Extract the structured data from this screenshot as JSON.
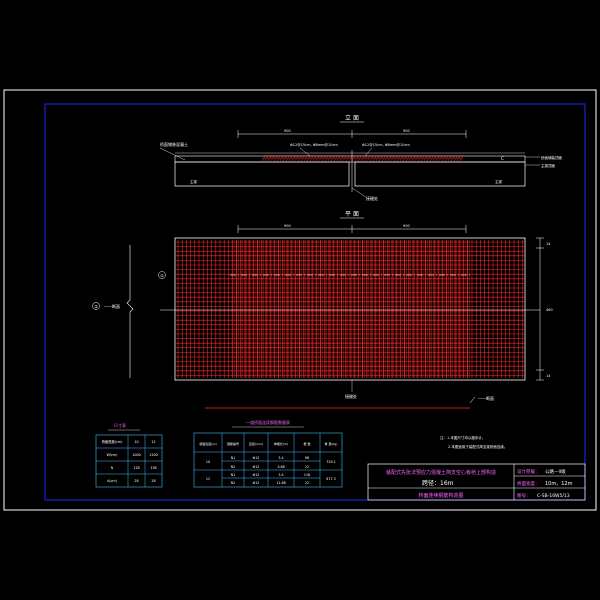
{
  "colors": {
    "background": "#000000",
    "outer_frame": "#ffffff",
    "inner_frame": "#2323ff",
    "rebar": "#ff2a2a",
    "slab_outline": "#ffffff",
    "annotation": "#ffffff",
    "table_line": "#3cc0ff",
    "title_text": "#ff66ff",
    "table_text": "#ffffff"
  },
  "elevation": {
    "title": "立 面",
    "left_dim": "900",
    "right_dim": "900",
    "left_callout": "Φ12@15cm, Φ8mm@10cm",
    "right_callout": "Φ12@15cm, Φ8mm@10cm",
    "left_note": "桥面铺装混凝土",
    "right_note_1": "桥面铺装顶面",
    "right_note_2": "主梁顶面",
    "left_end": "主梁",
    "right_end": "主梁",
    "joint_label": "接缝处",
    "mark_c": "C"
  },
  "plan": {
    "title": "平 面",
    "left_dim": "900",
    "right_dim": "900",
    "right_dims": [
      "14",
      "460",
      "14"
    ],
    "section_mark_left": "①",
    "section_mark_right": "②",
    "cut_label_left": "一一断面",
    "cut_label_right": "一一断面",
    "joint_label": "接缝处"
  },
  "table_size": {
    "title": "尺寸表",
    "header": [
      "桥面宽度(cm)",
      "10",
      "12"
    ],
    "rows": [
      [
        "W(cm)",
        "1000",
        "1200"
      ],
      [
        "N",
        "128",
        "158"
      ],
      [
        "A(cm)",
        "28",
        "28"
      ]
    ]
  },
  "table_rebar": {
    "title": "一道桥面连续钢筋数量表",
    "header": [
      "桥面宽度(m)",
      "钢筋编号",
      "直径(mm)",
      "单根长(m)",
      "根 数",
      "重 量(kg)"
    ],
    "rows": [
      [
        "10",
        "N1",
        "Φ12",
        "3.4",
        "98",
        "729.1"
      ],
      [
        "",
        "N2",
        "Φ12",
        "3.88",
        "22",
        ""
      ],
      [
        "12",
        "N1",
        "Φ12",
        "3.4",
        "118",
        "877.3"
      ],
      [
        "",
        "N2",
        "Φ12",
        "11.88",
        "22",
        ""
      ]
    ]
  },
  "notes": {
    "line1": "注：1.本图尺寸均以厘米计。",
    "line2": "2.本图适用于装配式简支梁桥面连续。"
  },
  "title_block": {
    "project": "装配式先张法预应力混凝土简支空心板桥上部构造",
    "span": "跨径：16m",
    "drawing_name": "桥面连续钢筋构造图",
    "load_label": "设计荷载：",
    "load_value": "公路—II级",
    "width_label": "桥面宽度：",
    "width_value": "10m、12m",
    "drawing_no_label": "图号：",
    "drawing_no_value": "C-SB-16W5/13"
  }
}
